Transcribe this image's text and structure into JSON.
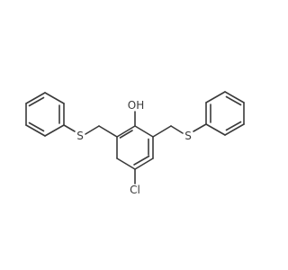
{
  "molecule": {
    "atoms": {
      "hydroxyl": "OH",
      "sulfur_left": "S",
      "sulfur_right": "S",
      "chlorine": "Cl"
    }
  }
}
